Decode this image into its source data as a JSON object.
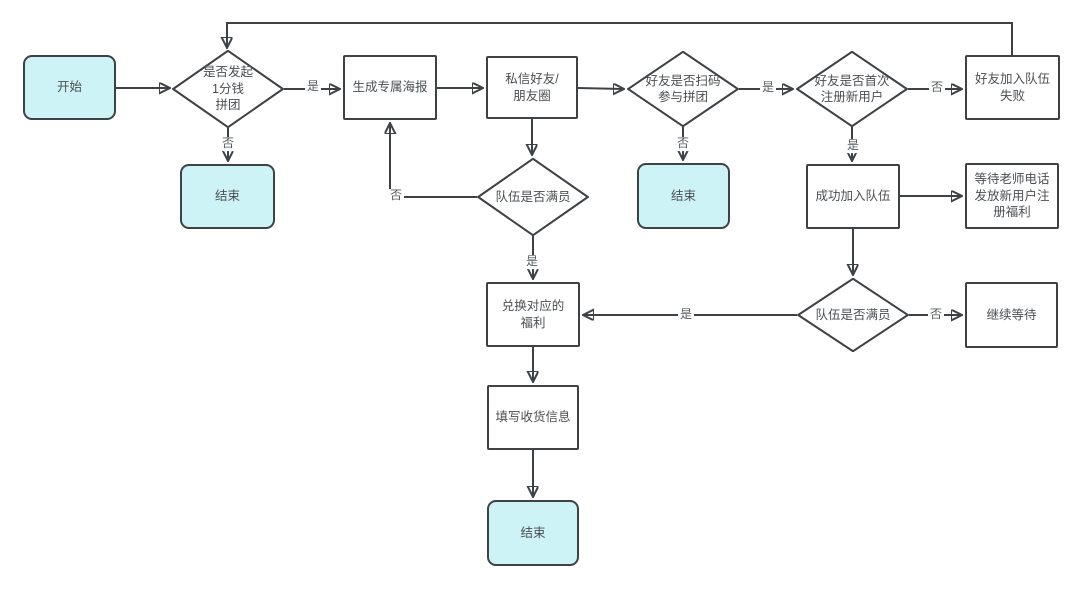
{
  "flowchart": {
    "colors": {
      "background": "#ffffff",
      "node_border": "#3f4245",
      "process_fill": "#ffffff",
      "terminator_fill": "#cdf3f6",
      "edge": "#3f4245",
      "text": "#4b4f52"
    },
    "nodes": {
      "start": {
        "type": "terminator",
        "label": "开始"
      },
      "decision_initiate": {
        "type": "decision",
        "label": "是否发起\n1分钱\n拼团"
      },
      "end_1": {
        "type": "terminator",
        "label": "结束"
      },
      "generate_poster": {
        "type": "process",
        "label": "生成专属海报"
      },
      "message_friends": {
        "type": "process",
        "label": "私信好友/\n朋友圈"
      },
      "decision_scan": {
        "type": "decision",
        "label": "好友是否扫码\n参与拼团"
      },
      "end_2": {
        "type": "terminator",
        "label": "结束"
      },
      "decision_new_user": {
        "type": "decision",
        "label": "好友是否首次\n注册新用户"
      },
      "join_failed": {
        "type": "process",
        "label": "好友加入队伍\n失败"
      },
      "join_success": {
        "type": "process",
        "label": "成功加入队伍"
      },
      "wait_benefit": {
        "type": "process",
        "label": "等待老师电话\n发放新用户注\n册福利"
      },
      "decision_team_full_mid": {
        "type": "decision",
        "label": "队伍是否满员"
      },
      "decision_team_full_right": {
        "type": "decision",
        "label": "队伍是否满员"
      },
      "keep_waiting": {
        "type": "process",
        "label": "继续等待"
      },
      "redeem_benefit": {
        "type": "process",
        "label": "兑换对应的\n福利"
      },
      "fill_shipping": {
        "type": "process",
        "label": "填写收货信息"
      },
      "end_3": {
        "type": "terminator",
        "label": "结束"
      }
    },
    "edge_labels": {
      "yes_initiate": "是",
      "no_initiate": "否",
      "yes_scan": "是",
      "no_scan": "否",
      "yes_new_user": "是",
      "no_new_user": "否",
      "no_team_full_mid": "否",
      "yes_team_full_mid": "是",
      "no_team_full_right": "否",
      "yes_team_full_right": "是"
    }
  }
}
